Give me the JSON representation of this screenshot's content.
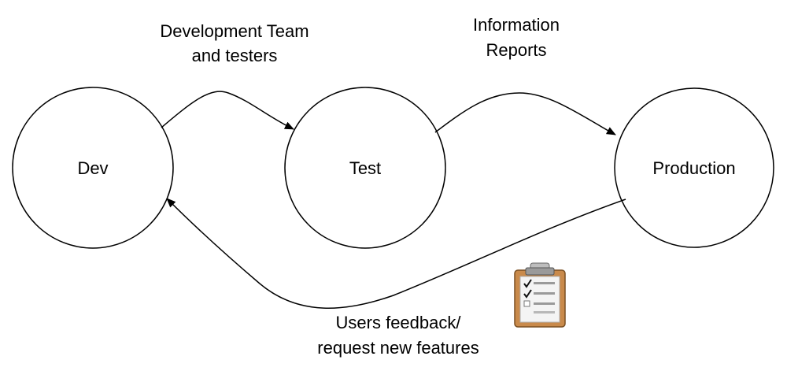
{
  "nodes": {
    "dev": {
      "label": "Dev"
    },
    "test": {
      "label": "Test"
    },
    "production": {
      "label": "Production"
    }
  },
  "edges": {
    "dev_to_test": {
      "label_line1": "Development Team",
      "label_line2": "and testers"
    },
    "test_to_production": {
      "label_line1": "Information",
      "label_line2": "Reports"
    },
    "production_to_dev": {
      "label_line1": "Users feedback/",
      "label_line2": "request new features"
    }
  },
  "icons": {
    "feedback": "clipboard-checklist-icon"
  },
  "colors": {
    "stroke": "#000000",
    "clipboard_board": "#c98a4b",
    "clipboard_clip": "#9a9a9a"
  }
}
